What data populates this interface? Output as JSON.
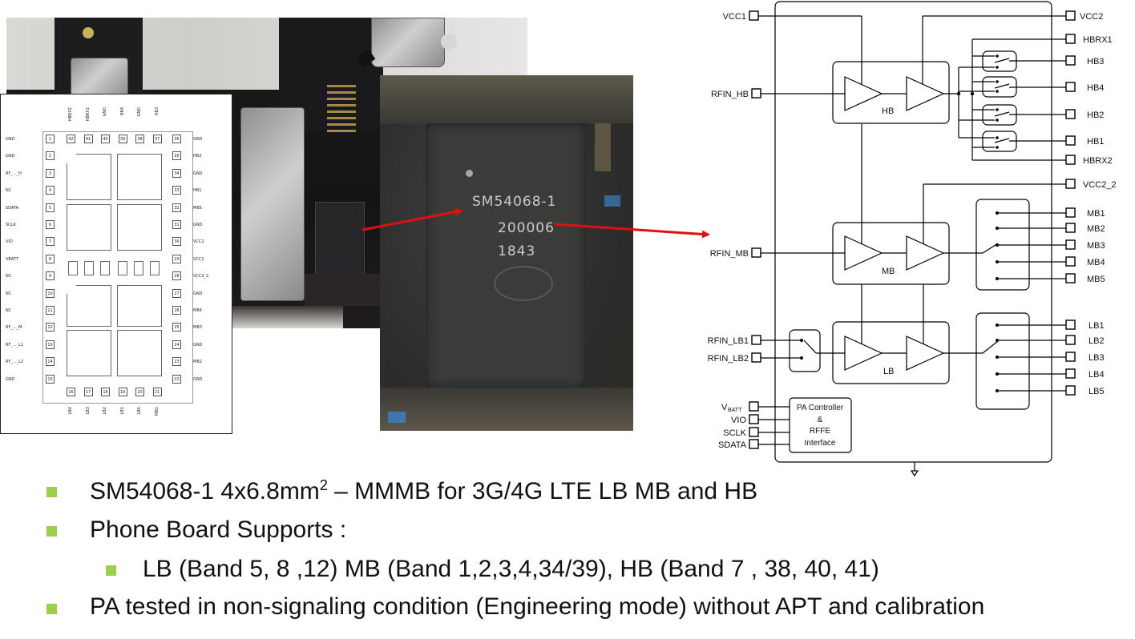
{
  "photo": {
    "chip_marking": [
      "SM54068-1",
      "200006",
      "1843"
    ]
  },
  "pinout": {
    "top_labels": [
      "HBRX2",
      "HBRX1",
      "GND",
      "HB4",
      "GND",
      "HB3"
    ],
    "left_labels": [
      "GND",
      "GND",
      "RF_..._H",
      "NC",
      "SDATA",
      "SCLK",
      "VIO",
      "VBATT",
      "NC",
      "NC",
      "NC",
      "RF_..._M",
      "RF_..._L1",
      "RF_..._L2",
      "GND"
    ],
    "right_labels": [
      "GND",
      "HB2",
      "GND",
      "HB1",
      "MB5",
      "GND",
      "VCC2",
      "VCC1",
      "VCC2_2",
      "GND",
      "MB4",
      "MB3",
      "GND",
      "MB2",
      "GND"
    ],
    "bottom_labels": [
      "LB4",
      "LB3",
      "LB2",
      "LB1",
      "LB5",
      "MB1"
    ],
    "top_pins": [
      "42",
      "41",
      "40",
      "39",
      "38",
      "37"
    ],
    "left_pins": [
      "1",
      "2",
      "3",
      "4",
      "5",
      "6",
      "7",
      "8",
      "9",
      "10",
      "11",
      "12",
      "13",
      "14",
      "15"
    ],
    "right_pins": [
      "36",
      "35",
      "34",
      "33",
      "32",
      "31",
      "30",
      "29",
      "28",
      "27",
      "26",
      "25",
      "24",
      "23",
      "22"
    ],
    "bottom_pins": [
      "16",
      "17",
      "18",
      "19",
      "20",
      "21"
    ]
  },
  "diagram": {
    "left_ports": {
      "vcc1": "VCC1",
      "rfin_hb": "RFIN_HB",
      "rfin_mb": "RFIN_MB",
      "rfin_lb1": "RFIN_LB1",
      "rfin_lb2": "RFIN_LB2",
      "vbatt_main": "V",
      "vbatt_sub": "BATT",
      "vio": "VIO",
      "sclk": "SCLK",
      "sdata": "SDATA"
    },
    "right_ports": {
      "vcc2": "VCC2",
      "hbrx1": "HBRX1",
      "hb3": "HB3",
      "hb4": "HB4",
      "hb2": "HB2",
      "hb1": "HB1",
      "hbrx2": "HBRX2",
      "vcc2_2": "VCC2_2",
      "mb1": "MB1",
      "mb2": "MB2",
      "mb3": "MB3",
      "mb4": "MB4",
      "mb5": "MB5",
      "lb1": "LB1",
      "lb2": "LB2",
      "lb3": "LB3",
      "lb4": "LB4",
      "lb5": "LB5"
    },
    "blocks": {
      "hb": "HB",
      "mb": "MB",
      "lb": "LB",
      "controller": [
        "PA Controller",
        "&",
        "RFFE",
        "Interface"
      ]
    }
  },
  "bullets": {
    "b1_main": "SM54068-1 4x6.8mm",
    "b1_sup": "2",
    "b1_rest": " – MMMB for 3G/4G LTE LB MB and HB",
    "b2": "Phone Board Supports :",
    "b3": "LB (Band 5, 8 ,12) MB (Band 1,2,3,4,34/39), HB (Band 7 , 38, 40, 41)",
    "b4": "PA tested in non-signaling condition (Engineering mode) without APT and calibration"
  },
  "colors": {
    "bullet": "#9bd04a",
    "arrow": "#e01010"
  }
}
